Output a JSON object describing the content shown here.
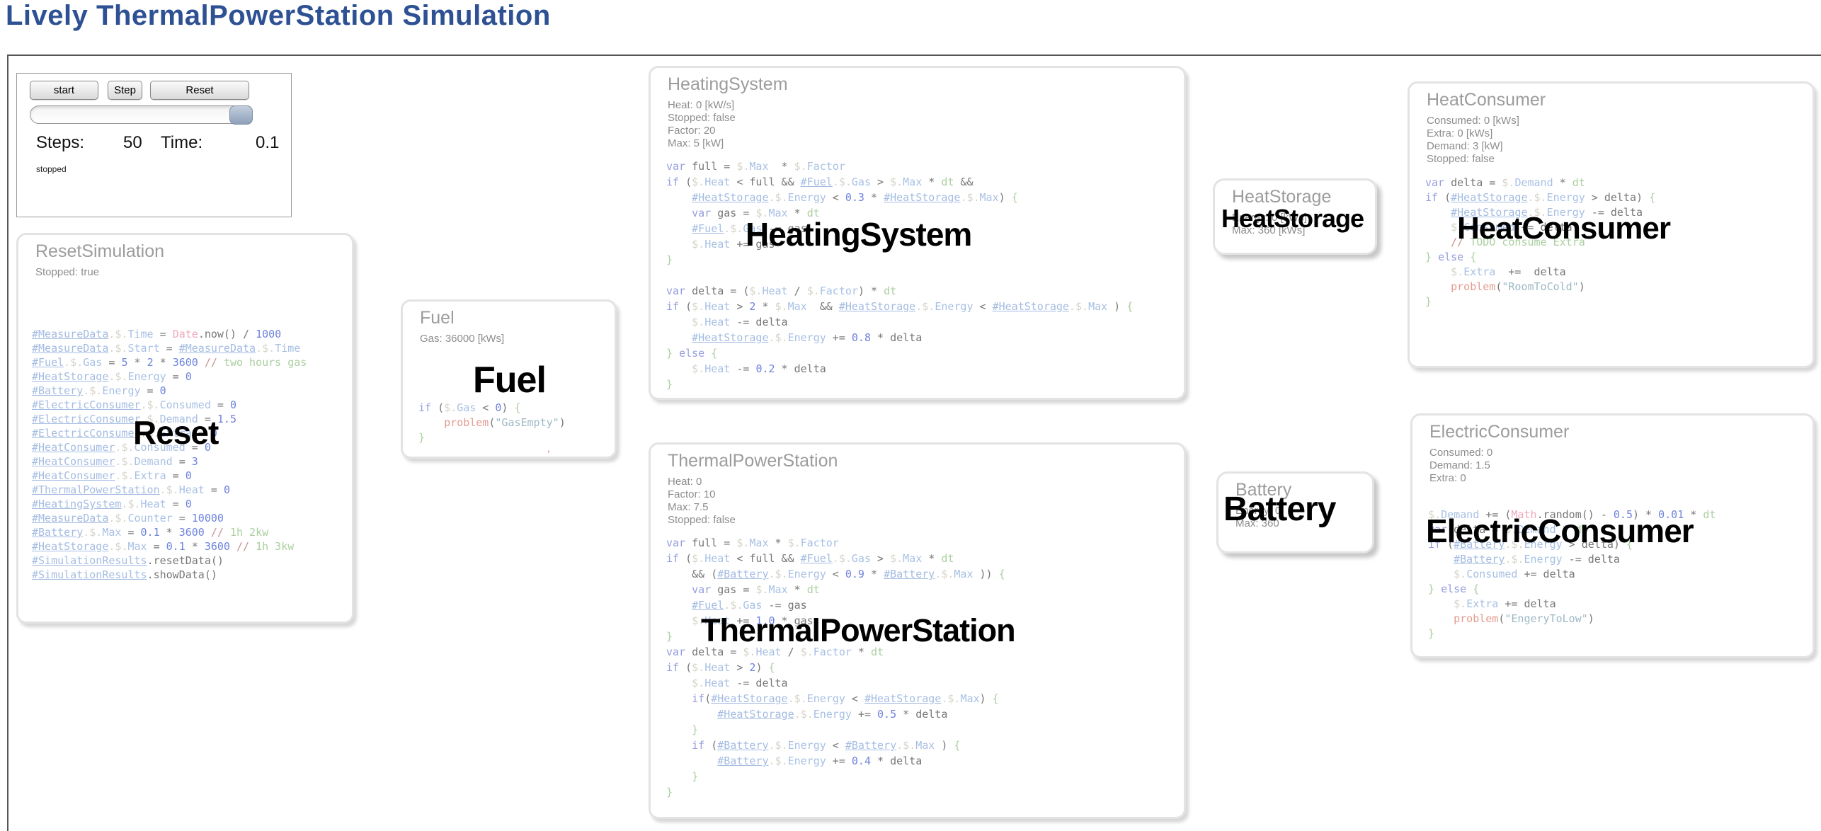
{
  "page_title": "Lively ThermalPowerStation Simulation",
  "controls": {
    "start_label": "start",
    "step_label": "Step",
    "reset_label": "Reset",
    "steps_label": "Steps:",
    "steps_value": "50",
    "time_label": "Time:",
    "time_value": "0.1",
    "status": "stopped"
  },
  "panels": [
    {
      "id": "reset-simulation",
      "title": "ResetSimulation",
      "stats": [
        "Stopped: true"
      ],
      "code": [
        "#MeasureData.$.Time = Date.now() / 1000",
        "#MeasureData.$.Start = #MeasureData.$.Time",
        "#Fuel.$.Gas = 5 * 2 * 3600 // two hours gas",
        "#HeatStorage.$.Energy = 0",
        "#Battery.$.Energy = 0",
        "#ElectricConsumer.$.Consumed = 0",
        "#ElectricConsumer.$.Demand = 1.5",
        "#ElectricConsumer.$.Extra = 0",
        "#HeatConsumer.$.Consumed = 0",
        "#HeatConsumer.$.Demand = 3",
        "#HeatConsumer.$.Extra = 0",
        "#ThermalPowerStation.$.Heat = 0",
        "#HeatingSystem.$.Heat = 0",
        "#MeasureData.$.Counter = 10000",
        "#Battery.$.Max = 0.1 * 3600 // 1h 2kw",
        "#HeatStorage.$.Max = 0.1 * 3600 // 1h 3kw",
        "#SimulationResults.resetData()",
        "#SimulationResults.showData()"
      ]
    },
    {
      "id": "fuel",
      "title": "Fuel",
      "stats": [
        "Gas: 36000 [kWs]"
      ],
      "artifact": ",",
      "code": [
        "if ($.Gas < 0) {",
        "    problem(\"GasEmpty\")",
        "}"
      ]
    },
    {
      "id": "heating-system",
      "title": "HeatingSystem",
      "stats": [
        "Heat: 0 [kW/s]",
        "Stopped: false",
        "Factor: 20",
        "Max: 5 [kW]"
      ],
      "code": [
        "var full = $.Max  * $.Factor",
        "if ($.Heat < full && #Fuel.$.Gas > $.Max * dt &&",
        "    #HeatStorage.$.Energy < 0.3 * #HeatStorage.$.Max) {",
        "    var gas = $.Max * dt",
        "    #Fuel.$.Gas -= gas",
        "    $.Heat += gas",
        "}",
        "",
        "var delta = ($.Heat / $.Factor) * dt",
        "if ($.Heat > 2 * $.Max  && #HeatStorage.$.Energy < #HeatStorage.$.Max ) {",
        "    $.Heat -= delta",
        "    #HeatStorage.$.Energy += 0.8 * delta",
        "} else {",
        "    $.Heat -= 0.2 * delta",
        "}"
      ]
    },
    {
      "id": "thermal-power-station",
      "title": "ThermalPowerStation",
      "stats": [
        "Heat: 0",
        "Factor: 10",
        "Max: 7.5",
        "Stopped: false"
      ],
      "code": [
        "var full = $.Max * $.Factor",
        "if ($.Heat < full && #Fuel.$.Gas > $.Max * dt",
        "    && (#Battery.$.Energy < 0.9 * #Battery.$.Max )) {",
        "    var gas = $.Max * dt",
        "    #Fuel.$.Gas -= gas",
        "    $.Heat += 1.0 * gas",
        "}",
        "var delta = $.Heat / $.Factor * dt",
        "if ($.Heat > 2) {",
        "    $.Heat -= delta",
        "    if(#HeatStorage.$.Energy < #HeatStorage.$.Max) {",
        "        #HeatStorage.$.Energy += 0.5 * delta",
        "    }",
        "    if (#Battery.$.Energy < #Battery.$.Max ) {",
        "        #Battery.$.Energy += 0.4 * delta",
        "    }",
        "}"
      ]
    },
    {
      "id": "heat-storage",
      "title": "HeatStorage",
      "stats": [
        "Energy: 0 [kWs]",
        "Max: 360 [kWs]"
      ],
      "code": []
    },
    {
      "id": "battery",
      "title": "Battery",
      "stats": [
        "Energy: 0",
        "Max: 360"
      ],
      "code": []
    },
    {
      "id": "heat-consumer",
      "title": "HeatConsumer",
      "stats": [
        "Consumed: 0 [kWs]",
        "Extra: 0 [kWs]",
        "Demand: 3 [kW]",
        "Stopped: false"
      ],
      "code": [
        "var delta = $.Demand * dt",
        "if (#HeatStorage.$.Energy > delta) {",
        "    #HeatStorage.$.Energy -= delta",
        "    $.Consumed += delta",
        "    // TODO consume Extra",
        "} else {",
        "    $.Extra  +=  delta",
        "    problem(\"RoomToCold\")",
        "}"
      ]
    },
    {
      "id": "electric-consumer",
      "title": "ElectricConsumer",
      "stats": [
        "Consumed: 0",
        "Demand: 1.5",
        "Extra: 0"
      ],
      "code": [
        "$.Demand += (Math.random() - 0.5) * 0.01 * dt",
        "var delta = $.Demand * dt",
        "if (#Battery.$.Energy > delta) {",
        "    #Battery.$.Energy -= delta",
        "    $.Consumed += delta",
        "} else {",
        "    $.Extra += delta",
        "    problem(\"EngeryToLow\")",
        "}"
      ]
    }
  ],
  "overlay_labels": [
    {
      "id": "reset",
      "text": "Reset"
    },
    {
      "id": "fuel",
      "text": "Fuel"
    },
    {
      "id": "heating-system",
      "text": "HeatingSystem"
    },
    {
      "id": "thermal-power-station",
      "text": "ThermalPowerStation"
    },
    {
      "id": "heat-storage",
      "text": "HeatStorage"
    },
    {
      "id": "battery",
      "text": "Battery"
    },
    {
      "id": "heat-consumer",
      "text": "HeatConsumer"
    },
    {
      "id": "electric-consumer",
      "text": "ElectricConsumer"
    }
  ]
}
